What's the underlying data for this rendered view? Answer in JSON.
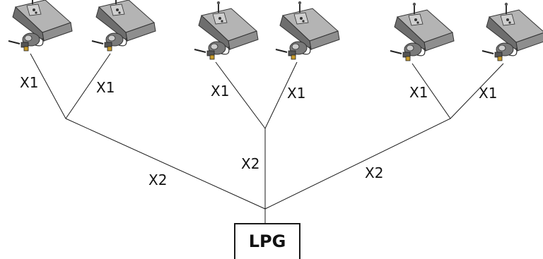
{
  "diagram": {
    "source_label": "LPG",
    "labels": {
      "branch_1a": "X1",
      "branch_1b": "X1",
      "branch_2a": "X1",
      "branch_2b": "X1",
      "branch_3a": "X1",
      "branch_3b": "X1",
      "trunk_left": "X2",
      "trunk_center": "X2",
      "trunk_right": "X2"
    },
    "heaters": [
      {
        "id": "heater-1"
      },
      {
        "id": "heater-2"
      },
      {
        "id": "heater-3"
      },
      {
        "id": "heater-4"
      },
      {
        "id": "heater-5"
      },
      {
        "id": "heater-6"
      }
    ]
  },
  "colors": {
    "line": "#1a1a1a",
    "heater_body": "#a9a9a9",
    "heater_shadow": "#5a5a5a",
    "text": "#111111"
  }
}
